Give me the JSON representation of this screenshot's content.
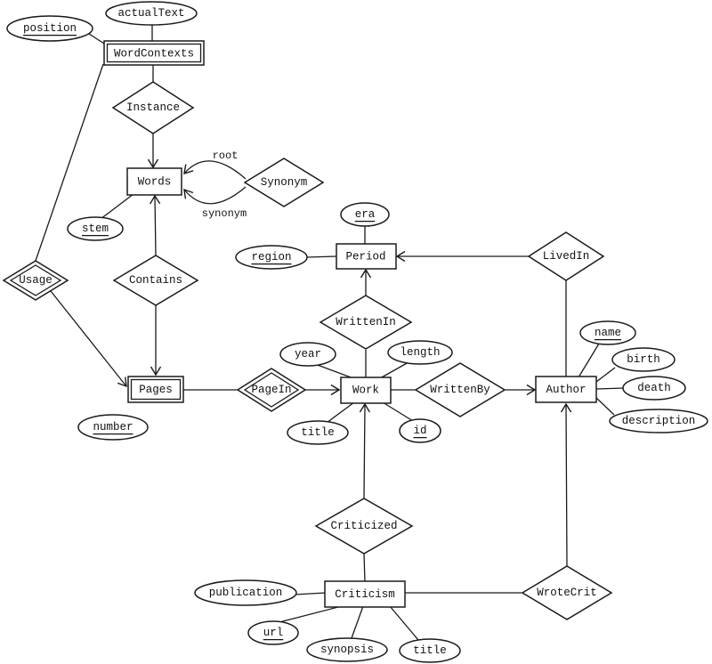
{
  "colors": {
    "ink": "#1a1a1a",
    "background": "#ffffff"
  },
  "entities": {
    "words": {
      "label": "Words"
    },
    "period": {
      "label": "Period"
    },
    "work": {
      "label": "Work"
    },
    "author": {
      "label": "Author"
    },
    "criticism": {
      "label": "Criticism"
    }
  },
  "weak_entities": {
    "wordcontexts": {
      "label": "WordContexts"
    },
    "pages": {
      "label": "Pages"
    }
  },
  "relationships": {
    "instance": {
      "label": "Instance"
    },
    "synonym": {
      "label": "Synonym"
    },
    "contains": {
      "label": "Contains"
    },
    "usage": {
      "label": "Usage"
    },
    "pagein": {
      "label": "PageIn"
    },
    "writtenin": {
      "label": "WrittenIn"
    },
    "writtenby": {
      "label": "WrittenBy"
    },
    "livedin": {
      "label": "LivedIn"
    },
    "criticized": {
      "label": "Criticized"
    },
    "wrotecrit": {
      "label": "WroteCrit"
    }
  },
  "attributes": {
    "position": {
      "label": "position",
      "key": true
    },
    "actualtext": {
      "label": "actualText",
      "key": false
    },
    "stem": {
      "label": "stem",
      "key": true
    },
    "number": {
      "label": "number",
      "key": true
    },
    "era": {
      "label": "era",
      "key": true
    },
    "region": {
      "label": "region",
      "key": true
    },
    "year": {
      "label": "year",
      "key": false
    },
    "length": {
      "label": "length",
      "key": false
    },
    "work_title": {
      "label": "title",
      "key": false
    },
    "id": {
      "label": "id",
      "key": true
    },
    "name": {
      "label": "name",
      "key": true
    },
    "birth": {
      "label": "birth",
      "key": false
    },
    "death": {
      "label": "death",
      "key": false
    },
    "description": {
      "label": "description",
      "key": false
    },
    "publication": {
      "label": "publication",
      "key": false
    },
    "url": {
      "label": "url",
      "key": true
    },
    "synopsis": {
      "label": "synopsis",
      "key": false
    },
    "criticism_title": {
      "label": "title",
      "key": false
    }
  },
  "roles": {
    "root": {
      "label": "root"
    },
    "synonym": {
      "label": "synonym"
    }
  }
}
